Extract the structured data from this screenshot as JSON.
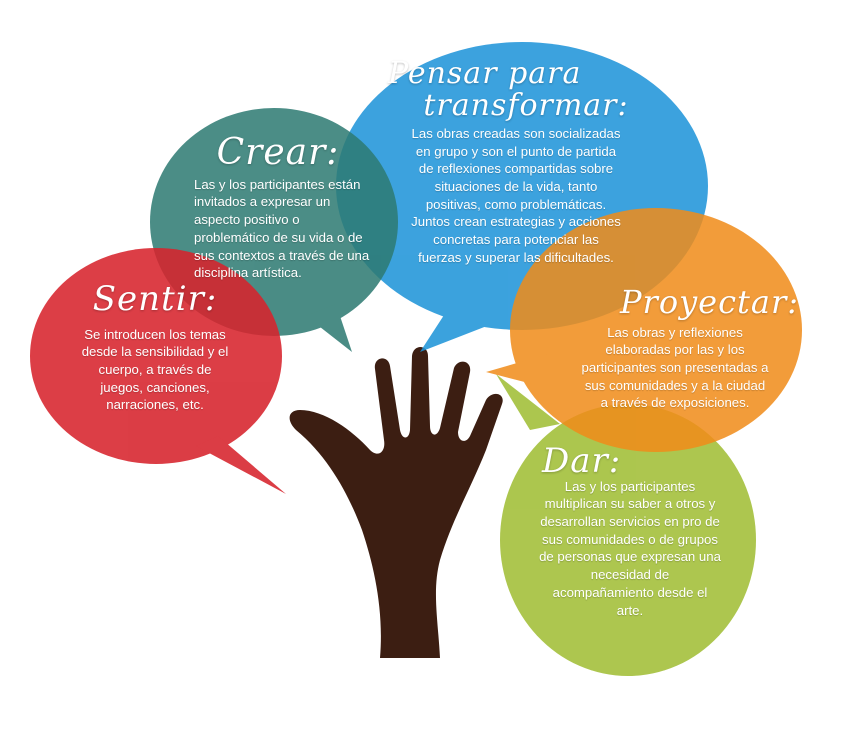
{
  "colors": {
    "sentir": "#d7232c",
    "crear": "#2d7a72",
    "pensar": "#1c93d8",
    "proyectar": "#f08c1a",
    "dar": "#9fbd32",
    "hand": "#3c1e12"
  },
  "icons": {
    "hand": "open-hand-silhouette"
  },
  "bubbles": {
    "sentir": {
      "title": "Sentir:",
      "lines": [
        "Se introducen los temas",
        "desde la sensibilidad y el",
        "cuerpo, a través de",
        "juegos, canciones,",
        "narraciones, etc."
      ]
    },
    "crear": {
      "title": "Crear:",
      "lines": [
        "Las y los participantes están",
        "invitados a expresar un",
        "aspecto positivo o",
        "problemático de su vida o de",
        "sus contextos a través de una",
        "disciplina artística."
      ]
    },
    "pensar": {
      "title_lines": [
        "Pensar para",
        "transformar:"
      ],
      "lines": [
        "Las obras creadas son socializadas",
        "en grupo y son el punto de partida",
        "de reflexiones compartidas sobre",
        "situaciones de la vida, tanto",
        "positivas, como problemáticas.",
        "Juntos crean estrategias y acciones",
        "concretas para potenciar las",
        "fuerzas y superar las dificultades."
      ]
    },
    "proyectar": {
      "title": "Proyectar:",
      "lines": [
        "Las obras y reflexiones",
        "elaboradas por las y los",
        "participantes son presentadas a",
        "sus comunidades y a la ciudad",
        "a través de exposiciones."
      ]
    },
    "dar": {
      "title": "Dar:",
      "lines": [
        "Las y los participantes",
        "multiplican su saber a otros y",
        "desarrollan servicios en pro de",
        "sus comunidades o de grupos",
        "de personas que expresan una",
        "necesidad de",
        "acompañamiento desde el",
        "arte."
      ]
    }
  }
}
